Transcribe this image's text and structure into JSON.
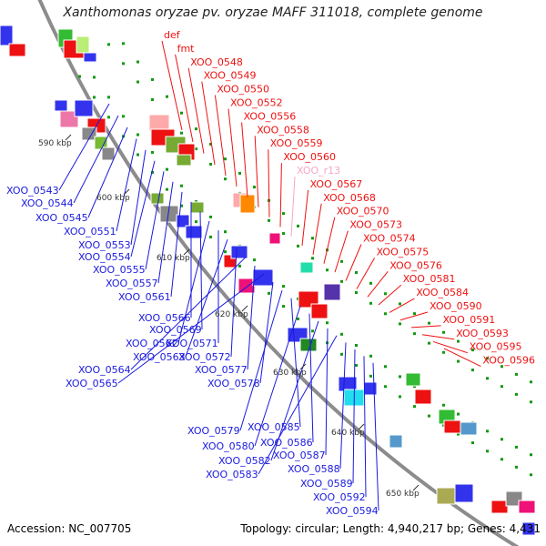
{
  "title": "Xanthomonas oryzae pv. oryzae MAFF 311018, complete genome",
  "accession": "Accession: NC_007705",
  "topology": "Topology: circular; Length: 4,940,217 bp; Genes: 4,431",
  "colors": {
    "backbone": "#8c8c8c",
    "forward_labels": "#ee1111",
    "reverse_labels": "#1a1adf",
    "rna_label": "#f7a6c8",
    "tick_labels": "#333333",
    "dots": "#119911"
  },
  "tick_labels": [
    "590 kbp",
    "600 kbp",
    "610 kbp",
    "620 kbp",
    "630 kbp",
    "640 kbp",
    "650 kbp"
  ],
  "forward_genes": [
    "def",
    "fmt",
    "XOO_0548",
    "XOO_0549",
    "XOO_0550",
    "XOO_0552",
    "XOO_0556",
    "XOO_0558",
    "XOO_0559",
    "XOO_0560",
    "XOO_r13",
    "XOO_0567",
    "XOO_0568",
    "XOO_0570",
    "XOO_0573",
    "XOO_0574",
    "XOO_0575",
    "XOO_0576",
    "XOO_0581",
    "XOO_0584",
    "XOO_0590",
    "XOO_0591",
    "XOO_0593",
    "XOO_0595",
    "XOO_0596"
  ],
  "reverse_genes": [
    "XOO_0543",
    "XOO_0544",
    "XOO_0545",
    "XOO_0551",
    "XOO_0553",
    "XOO_0554",
    "XOO_0555",
    "XOO_0557",
    "XOO_0561",
    "XOO_0566",
    "XOO_0569",
    "XOO_0562",
    "XOO_0571",
    "XOO_0563",
    "XOO_0572",
    "XOO_0564",
    "XOO_0577",
    "XOO_0565",
    "XOO_0578",
    "XOO_0579",
    "XOO_0585",
    "XOO_0580",
    "XOO_0586",
    "XOO_0582",
    "XOO_0587",
    "XOO_0583",
    "XOO_0588",
    "XOO_0589",
    "XOO_0592",
    "XOO_0594"
  ]
}
